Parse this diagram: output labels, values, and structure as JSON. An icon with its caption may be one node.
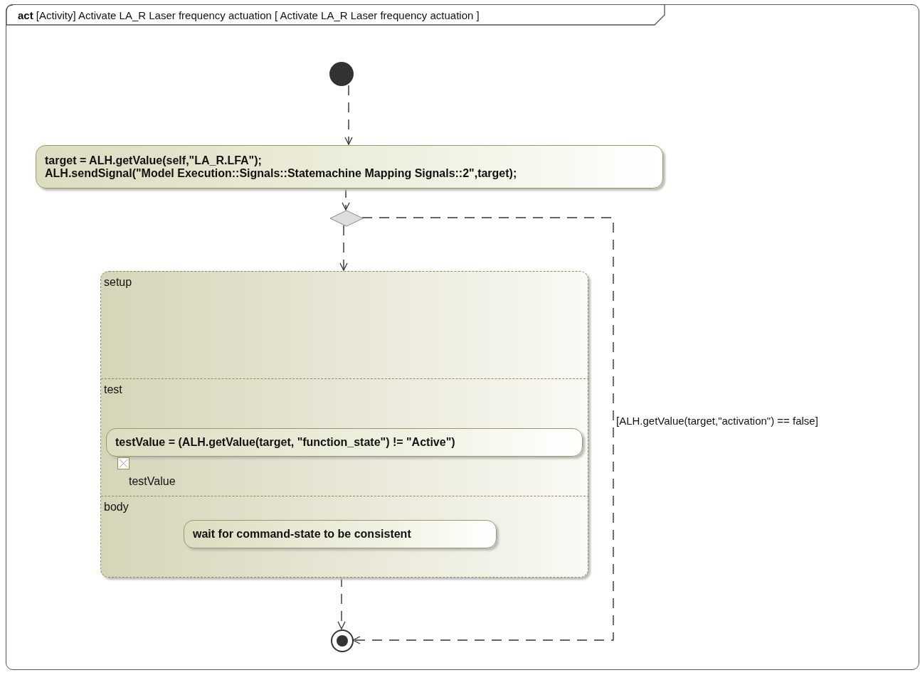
{
  "diagram": {
    "nodes": [
      {
        "text": [
          "**act** [Activity] Activate LA_R Laser frequency actuation [ Activate LA_R Laser frequency actuation ]"
        ]
      },
      {
        "text": [],
        "shape": "circle",
        "in": 0
      },
      {
        "text": [
          "target = ALH.getValue(self,\"LA_R.LFA\");",
          "ALH.sendSignal(\"Model Execution::Signals::Statemachine Mapping Signals::2\",target);"
        ],
        "in": 0
      },
      {
        "text": [],
        "shape": "diamond",
        "in": 0
      },
      {
        "text": [],
        "shape": "box",
        "in": 0
      },
      {
        "text": [
          "setup"
        ],
        "in": 4
      },
      {
        "text": [
          "test"
        ],
        "in": 4
      },
      {
        "text": [
          "testValue = (ALH.getValue(target, \"function_state\") != \"Active\")"
        ],
        "in": 6
      },
      {
        "text": [],
        "shape": "box",
        "in": 6,
        "beside": [
          "testValue"
        ]
      },
      {
        "text": [
          "body"
        ],
        "in": 4
      },
      {
        "text": [
          "wait for command-state to be consistent"
        ],
        "in": 9
      },
      {
        "text": [],
        "shape": "bullseye",
        "in": 0
      }
    ],
    "edges": [
      {
        "from": 1,
        "to": 2,
        "arrow": "to",
        "style": "dashed"
      },
      {
        "from": 2,
        "to": 3,
        "arrow": "to",
        "style": "dashed"
      },
      {
        "from": 3,
        "to": 4,
        "arrow": "to",
        "style": "dashed"
      },
      {
        "from": 4,
        "to": 11,
        "arrow": "to",
        "style": "dashed"
      },
      {
        "from": 3,
        "to": 11,
        "arrow": "to",
        "style": "dashed",
        "label": "[ALH.getValue(target,\"activation\") == false]"
      }
    ]
  }
}
